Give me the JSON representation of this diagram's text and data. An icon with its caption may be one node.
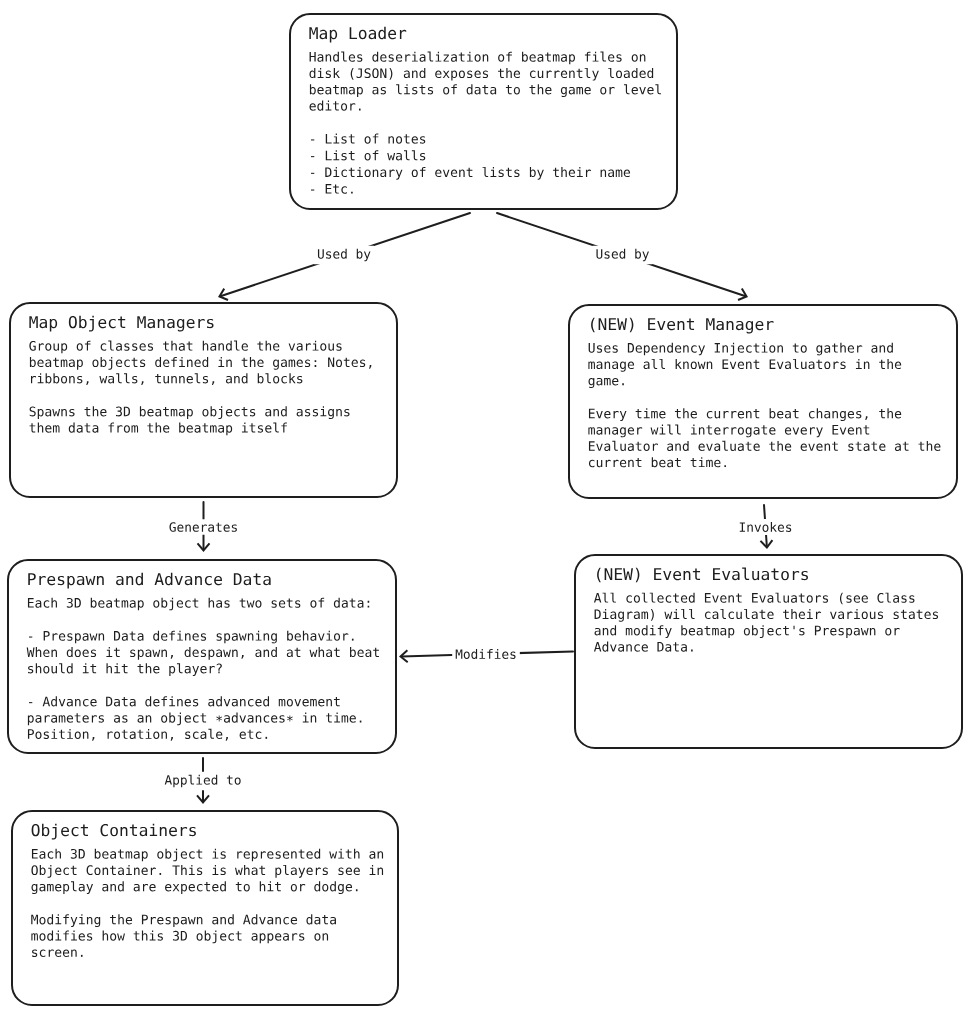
{
  "diagram": {
    "nodes": [
      {
        "text": [
          "Map Loader",
          "Handles deserialization of beatmap files on disk (JSON) and exposes the currently loaded beatmap as lists of data to the game or level editor.",
          "- List of notes",
          "- List of walls",
          "- Dictionary of event lists by their name",
          "- Etc."
        ]
      },
      {
        "text": [
          "Map Object Managers",
          "Group of classes that handle the various beatmap objects defined in the games: Notes, ribbons, walls, tunnels, and blocks",
          "Spawns the 3D beatmap objects and assigns them data from the beatmap itself"
        ]
      },
      {
        "text": [
          "(NEW) Event Manager",
          "Uses Dependency Injection to gather and manage all known Event Evaluators in the game.",
          "Every time the current beat changes, the manager will interrogate every Event Evaluator and evaluate the event state at the current beat time."
        ]
      },
      {
        "text": [
          "Prespawn and Advance Data",
          "Each 3D beatmap object has two sets of data:",
          "- Prespawn Data defines spawning behavior. When does it spawn, despawn, and at what beat should it hit the player?",
          "- Advance Data defines advanced movement parameters as an object ∗advances∗ in time. Position, rotation, scale, etc."
        ]
      },
      {
        "text": [
          "(NEW) Event Evaluators",
          "All collected Event Evaluators (see Class Diagram) will calculate their various states and modify beatmap object's Prespawn or Advance Data."
        ]
      },
      {
        "text": [
          "Object Containers",
          "Each 3D beatmap object is represented with an Object Container. This is what players see in gameplay and are expected to hit or dodge.",
          "Modifying the Prespawn and Advance data modifies how this 3D object appears on screen."
        ]
      }
    ],
    "edges": [
      {
        "from": 0,
        "to": 1,
        "arrow": "to",
        "label": "Used by"
      },
      {
        "from": 0,
        "to": 2,
        "arrow": "to",
        "label": "Used by"
      },
      {
        "from": 1,
        "to": 3,
        "arrow": "to",
        "label": "Generates"
      },
      {
        "from": 2,
        "to": 4,
        "arrow": "to",
        "label": "Invokes"
      },
      {
        "from": 4,
        "to": 3,
        "arrow": "to",
        "label": "Modifies"
      },
      {
        "from": 3,
        "to": 5,
        "arrow": "to",
        "label": "Applied to"
      }
    ]
  }
}
